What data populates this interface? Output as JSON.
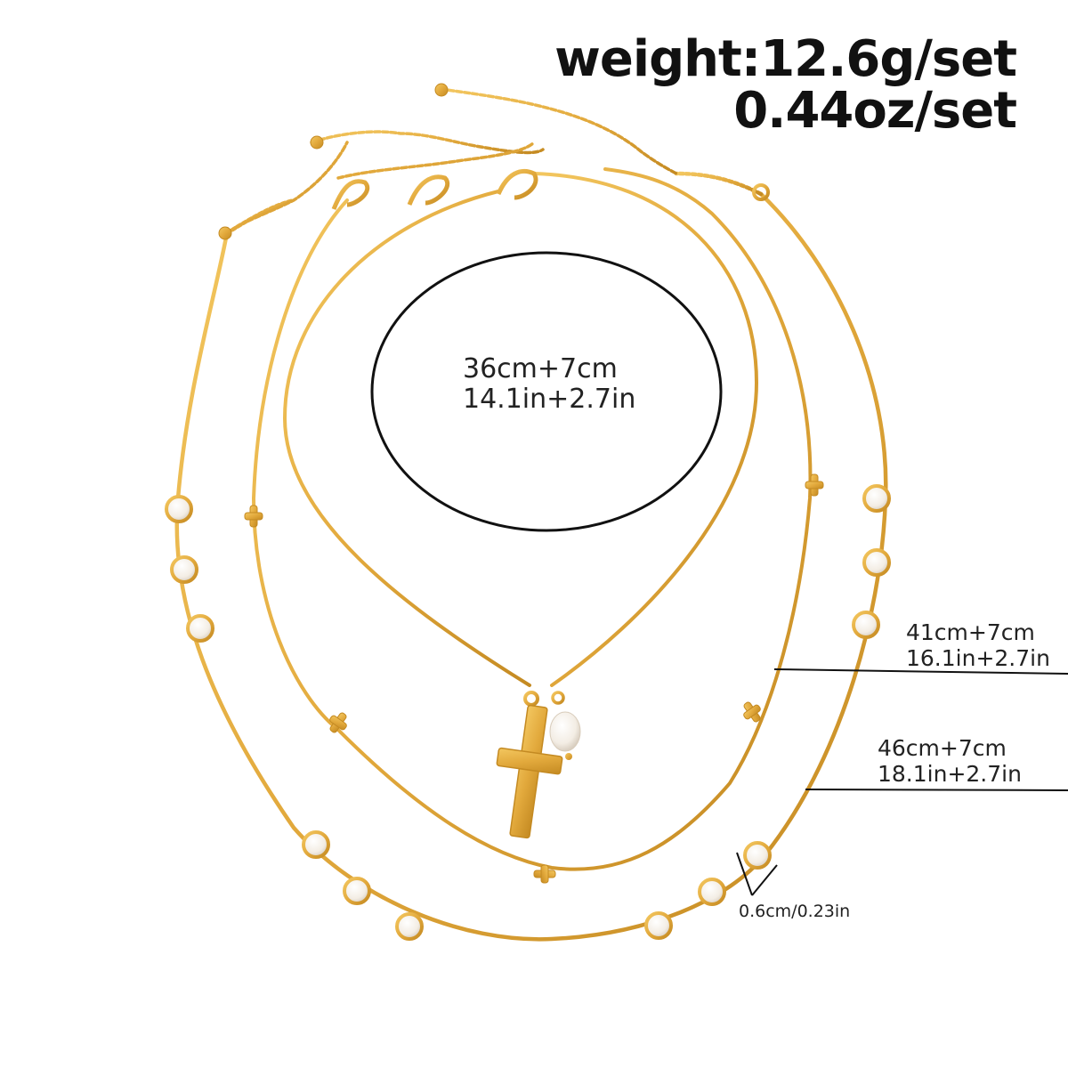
{
  "product": {
    "weight_line1": "weight:12.6g/set",
    "weight_line2": "0.44oz/set"
  },
  "sizes": {
    "short_cm": "36cm+7cm",
    "short_in": "14.1in+2.7in",
    "middle_cm": "41cm+7cm",
    "middle_in": "16.1in+2.7in",
    "long_cm": "46cm+7cm",
    "long_in": "18.1in+2.7in",
    "bead_width": "0.6cm/0.23in"
  },
  "colors": {
    "gold": "#e2a93c",
    "gold_dark": "#c48a22",
    "pearl": "#f6f1ea",
    "line": "#111111",
    "background": "#ffffff"
  }
}
